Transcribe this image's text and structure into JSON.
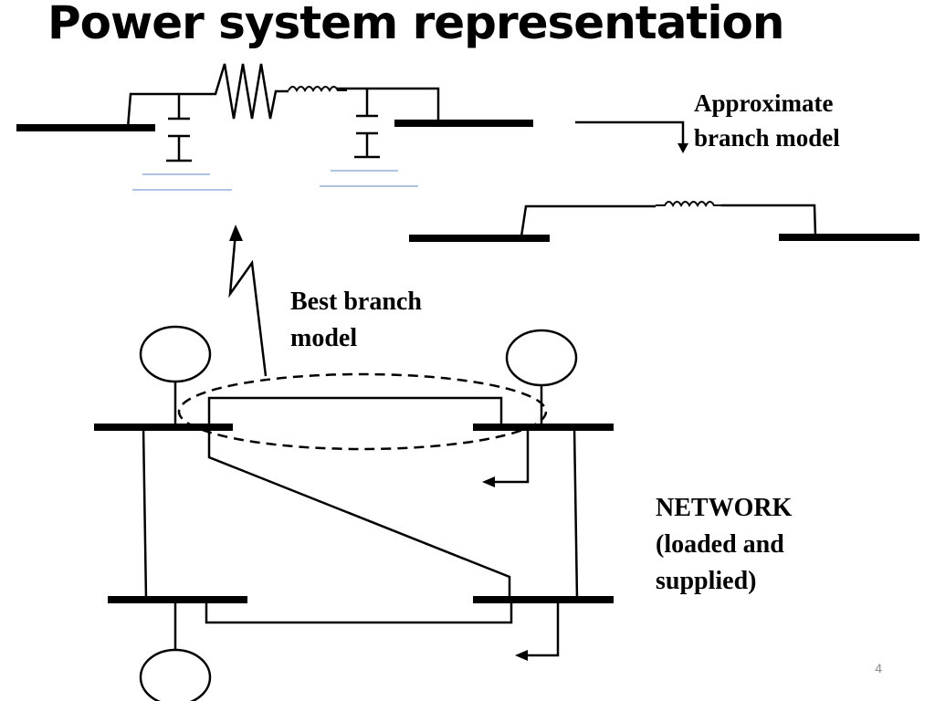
{
  "slide": {
    "title": "Power system representation",
    "page_number": "4"
  },
  "labels": {
    "approximate_line1": "Approximate",
    "approximate_line2": "branch model",
    "best_line1": "Best branch",
    "best_line2": "model",
    "network_line1": "NETWORK",
    "network_line2": "(loaded and",
    "network_line3": "supplied)"
  },
  "colors": {
    "ink": "#000000",
    "ground_lines": "#7f9fd4",
    "page_number": "#888888"
  }
}
